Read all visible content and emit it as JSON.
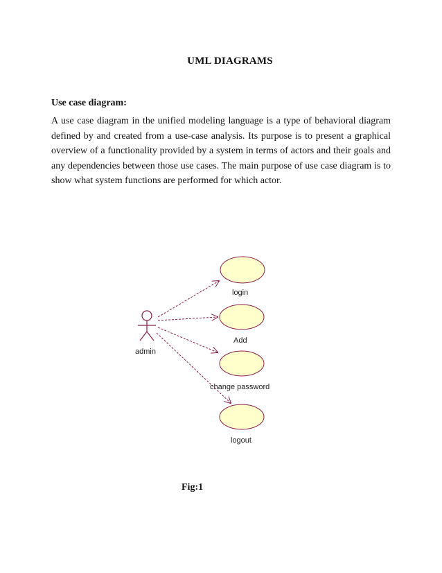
{
  "document": {
    "title": "UML DIAGRAMS",
    "section_heading": "Use case diagram:",
    "paragraph": "A use case diagram in the unified modeling language is a type of behavioral diagram defined by and created from a use-case analysis. Its purpose is to present a graphical overview of a functionality provided by a system in terms of actors and their goals and any dependencies between those use cases. The main purpose of use case diagram is to show what system functions are performed for which actor.",
    "figure_caption": "Fig:1"
  },
  "diagram": {
    "actor": {
      "name": "admin",
      "icon": "stick-figure-icon"
    },
    "use_cases": [
      {
        "label": "login"
      },
      {
        "label": "Add"
      },
      {
        "label": "change password"
      },
      {
        "label": "logout"
      }
    ],
    "colors": {
      "ellipse_fill": "#FFFFCC",
      "ellipse_stroke": "#8B1C48",
      "arrow": "#8B1C48",
      "actor": "#8B1C48"
    }
  }
}
